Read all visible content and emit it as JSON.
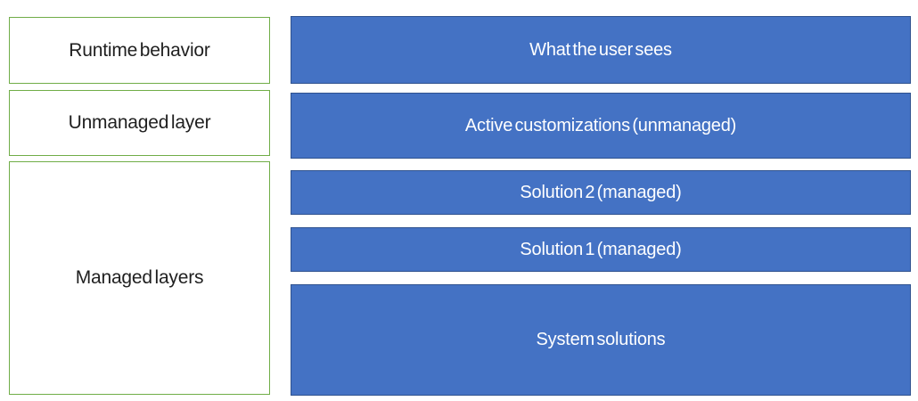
{
  "diagram": {
    "title_hint": "Solution layering diagram",
    "left_column": [
      {
        "label": "Runtime behavior"
      },
      {
        "label": "Unmanaged layer"
      },
      {
        "label": "Managed layers"
      }
    ],
    "right_column": [
      {
        "label": "What the user sees"
      },
      {
        "label": "Active customizations (unmanaged)"
      },
      {
        "label": "Solution 2 (managed)"
      },
      {
        "label": "Solution 1 (managed)"
      },
      {
        "label": "System solutions"
      }
    ],
    "colors": {
      "blue_fill": "#4472C4",
      "blue_border": "#2F528F",
      "green_border": "#70AD47",
      "dark_text": "#1f1f1f",
      "light_text": "#FFFFFF",
      "background": "#FFFFFF"
    }
  }
}
